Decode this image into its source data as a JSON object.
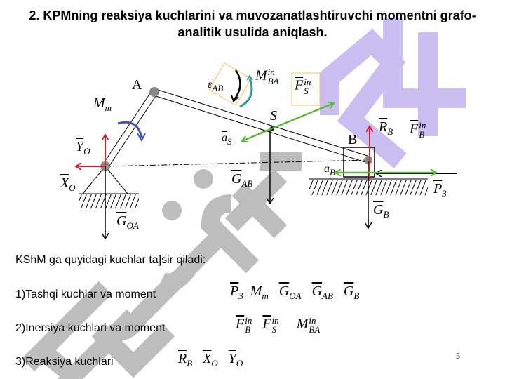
{
  "title": "2. KPMning reaksiya kuchlarini va muvozanatlashtiruvchi momentni grafo- analitik usulida aniqlash.",
  "watermark": {
    "part1": "Hujjat",
    "part2": "24"
  },
  "diagram": {
    "point_A": "A",
    "point_B": "B",
    "point_S": "S",
    "labels": {
      "Mm": {
        "base": "M",
        "sub": "m"
      },
      "Yo": {
        "base": "Y",
        "sub": "O"
      },
      "Xo": {
        "base": "X",
        "sub": "O"
      },
      "GOA": {
        "base": "G",
        "sub": "OA"
      },
      "eps": {
        "base": "ε",
        "sub": "AB"
      },
      "MBA": {
        "base": "M",
        "sub": "BA",
        "sup": "in"
      },
      "FS": {
        "base": "F",
        "sub": "S",
        "sup": "in"
      },
      "aS": {
        "base": "a",
        "sub": "S"
      },
      "GAB": {
        "base": "G",
        "sub": "AB"
      },
      "aB": {
        "base": "a",
        "sub": "B"
      },
      "RB": {
        "base": "R",
        "sub": "B"
      },
      "FB": {
        "base": "F",
        "sub": "B",
        "sup": "in"
      },
      "P3": {
        "base": "P",
        "sub": "3"
      },
      "GB": {
        "base": "G",
        "sub": "B"
      }
    },
    "colors": {
      "reaction": "#e0202a",
      "inertia": "#5cb83a",
      "moment_motor": "#4a55b8",
      "moment_inertia": "#2f9a9a"
    }
  },
  "text": {
    "intro": "KShM ga quyidagi kuchlar ta]sir qiladi:",
    "item1": "1)Tashqi kuchlar va moment",
    "item2": "2)Inersiya kuchlari va moment",
    "item3": "3)Reaksiya kuchlari"
  },
  "page_number": "5"
}
